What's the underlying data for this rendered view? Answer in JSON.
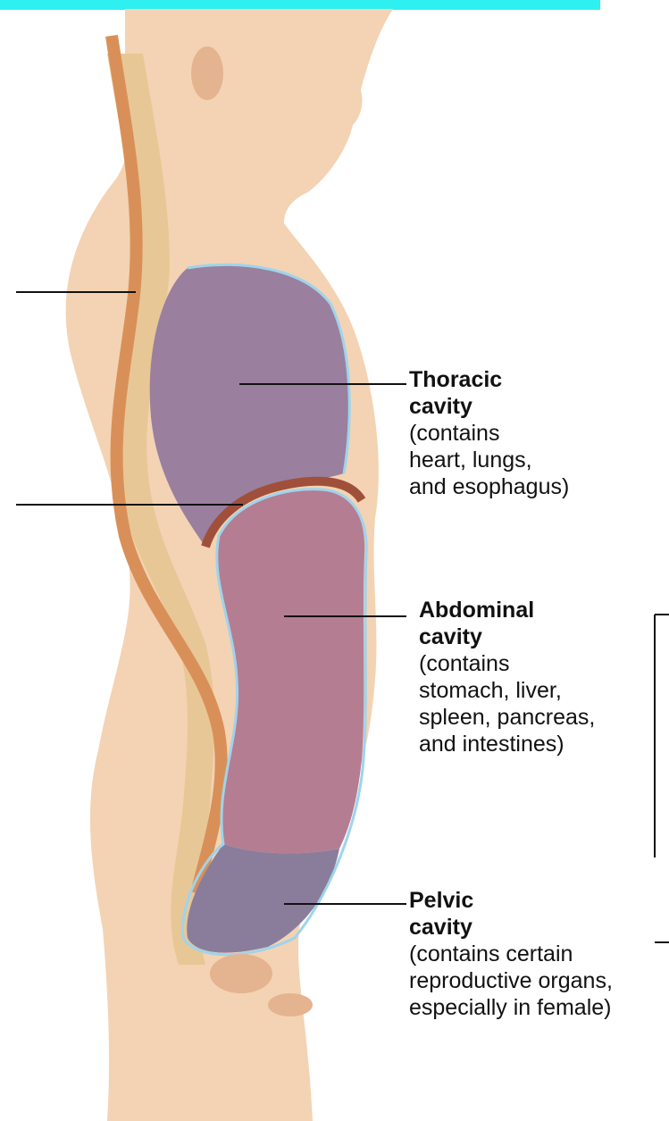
{
  "colors": {
    "header_bar": "#2ef0f0",
    "skin": "#f3d3b3",
    "skin_shade": "#e4b390",
    "spine": "#e8c796",
    "spinal_cord": "#d99058",
    "thoracic": "#9a7f9f",
    "abdominal": "#b57d92",
    "pelvic": "#8a7d9c",
    "membrane": "#9ed4ec",
    "diaphragm": "#a0503a",
    "leader_line": "#111111"
  },
  "labels": {
    "thoracic": {
      "title": "Thoracic\ncavity",
      "desc": "(contains\nheart, lungs,\nand esophagus)"
    },
    "abdominal": {
      "title": "Abdominal\ncavity",
      "desc": "(contains\nstomach, liver,\nspleen, pancreas,\nand intestines)"
    },
    "pelvic": {
      "title": "Pelvic\ncavity",
      "desc": "(contains certain\nreproductive organs,\nespecially in female)"
    }
  }
}
